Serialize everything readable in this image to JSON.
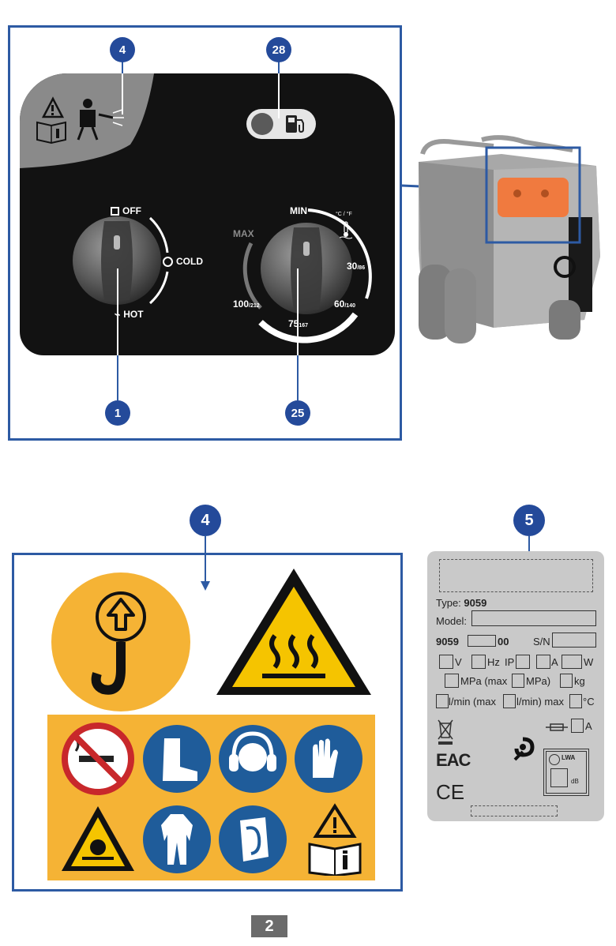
{
  "callouts": {
    "c4_top": "4",
    "c28": "28",
    "c1": "1",
    "c25": "25",
    "c4_bottom": "4",
    "c5": "5"
  },
  "control_panel": {
    "switch_labels": {
      "off": "OFF",
      "cold": "COLD",
      "hot": "HOT"
    },
    "temp_labels": {
      "min": "MIN",
      "max": "MAX",
      "unit": "°C / °F",
      "t30": "30",
      "t30f": "/86",
      "t60": "60",
      "t60f": "/140",
      "t75": "75",
      "t75f": "167",
      "t100": "100",
      "t100f": "/212"
    }
  },
  "rating_plate": {
    "type_label": "Type:",
    "type_value": "9059",
    "model_label": "Model:",
    "code_prefix": "9059",
    "code_suffix": "00",
    "sn_label": "S/N",
    "v": "V",
    "hz": "Hz",
    "ip": "IP",
    "a": "A",
    "w": "W",
    "mpa": "MPa (max",
    "mpa2": "MPa)",
    "kg": "kg",
    "lmin": "l/min (max",
    "lmin2": "l/min) max",
    "degc": "°C",
    "fuse_a": "A",
    "eac": "EAC",
    "ce": "CE",
    "lwa": "LWA",
    "db": "dB"
  },
  "page_number": "2",
  "colors": {
    "accent_blue": "#2d5aa3",
    "callout": "#244a9a",
    "safety_yellow": "#f5b335",
    "sign_blue": "#1f5c9a"
  }
}
